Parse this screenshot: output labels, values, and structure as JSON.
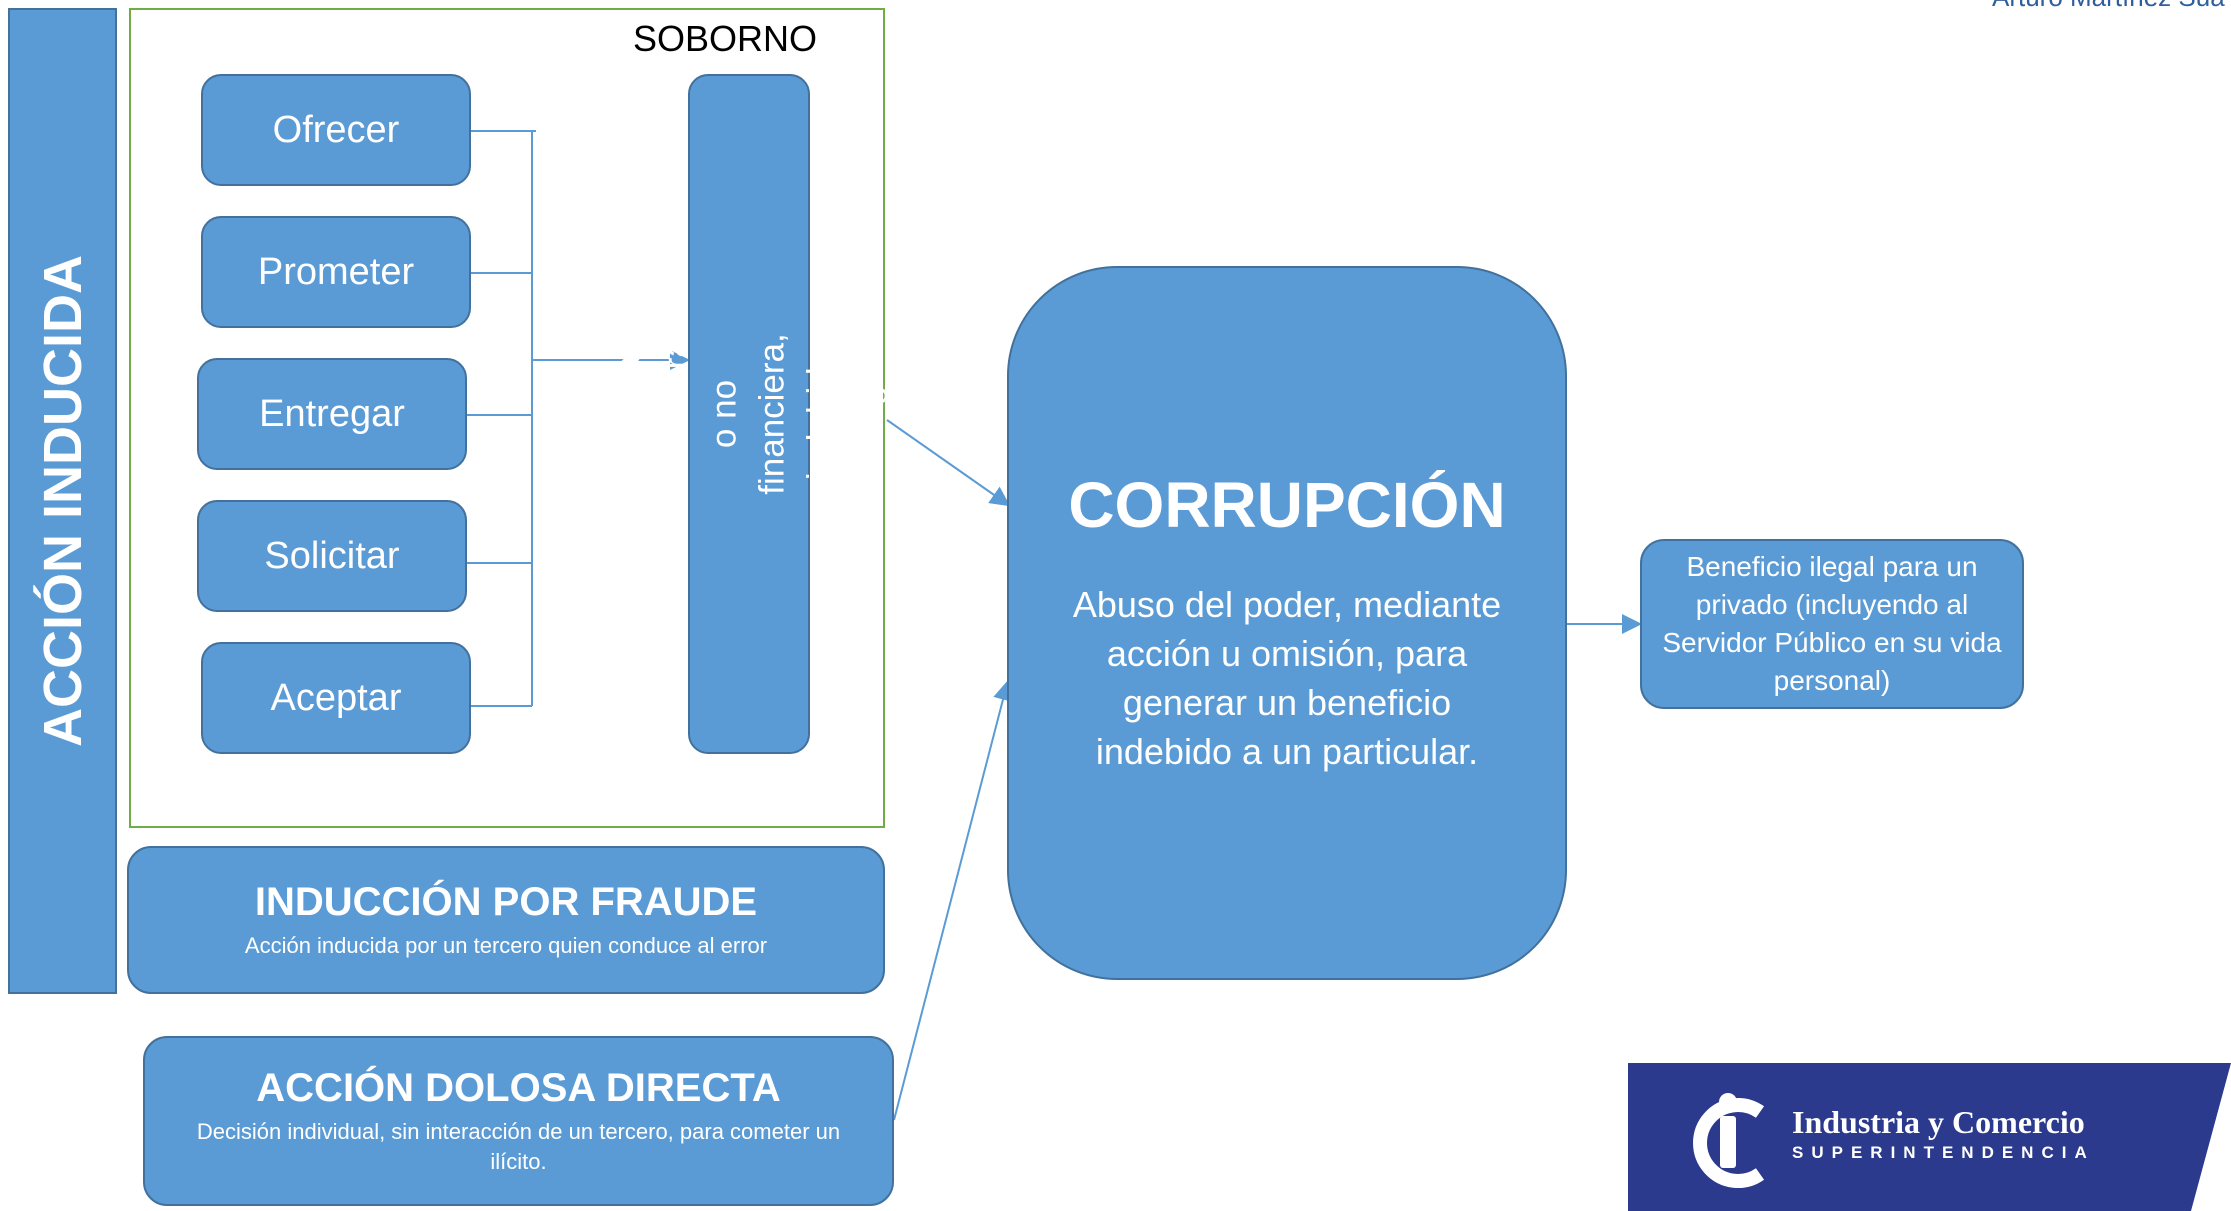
{
  "author": "Arturo Martínez Sua",
  "sidebar": {
    "label": "ACCIÓN INDUCIDA"
  },
  "soborno": {
    "title": "SOBORNO",
    "actions": [
      "Ofrecer",
      "Prometer",
      "Entregar",
      "Solicitar",
      "Aceptar"
    ],
    "result": "Ventaja financiera o no financiera, indebida e ilegal"
  },
  "fraude": {
    "title": "INDUCCIÓN POR FRAUDE",
    "subtitle": "Acción inducida por un tercero quien conduce al error"
  },
  "dolosa": {
    "title": "ACCIÓN DOLOSA DIRECTA",
    "subtitle": "Decisión individual, sin interacción de un tercero, para cometer un ilícito."
  },
  "corrupcion": {
    "title": "CORRUPCIÓN",
    "description": "Abuso del poder, mediante acción u omisión, para generar un beneficio indebido a un particular."
  },
  "beneficio": {
    "text": "Beneficio ilegal para un privado (incluyendo al Servidor Público en su vida personal)"
  },
  "logo": {
    "title": "Industria y Comercio",
    "subtitle": "SUPERINTENDENCIA"
  },
  "colors": {
    "box_fill": "#5b9bd5",
    "box_border": "#41719c",
    "frame": "#70ad47",
    "logo_bg": "#2b3a8c"
  }
}
